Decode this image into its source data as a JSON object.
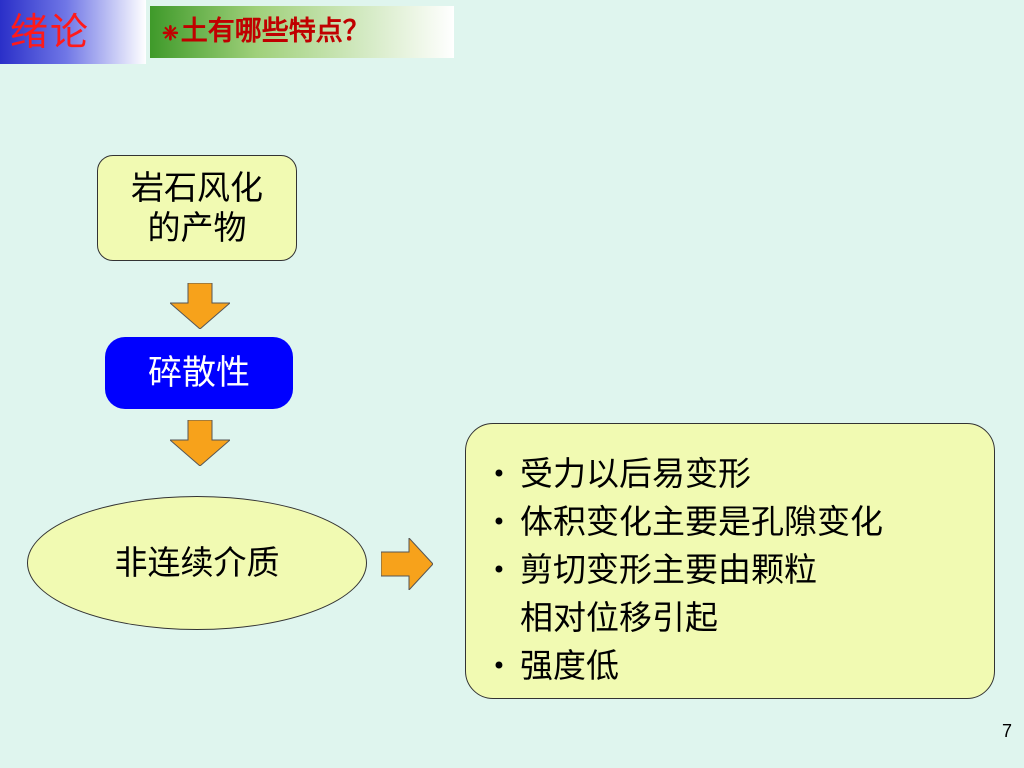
{
  "header": {
    "chapter": "绪论",
    "question_icon": "❈",
    "question": "土有哪些特点？"
  },
  "flow": {
    "origin_line1": "岩石风化",
    "origin_line2": "的产物",
    "property": "碎散性",
    "medium": "非连续介质"
  },
  "properties": [
    {
      "bullet": "•",
      "line1": "受力以后易变形",
      "line2": ""
    },
    {
      "bullet": "•",
      "line1": "体积变化主要是孔隙变化",
      "line2": ""
    },
    {
      "bullet": "•",
      "line1": "剪切变形主要由颗粒",
      "line2": "相对位移引起"
    },
    {
      "bullet": "•",
      "line1": "强度低",
      "line2": ""
    }
  ],
  "page_number": "7",
  "colors": {
    "background": "#dff5ee",
    "box_fill": "#f1fab2",
    "highlight_box": "#0000ff",
    "arrow": "#f7a21b",
    "title_red": "#ff1a1a"
  }
}
